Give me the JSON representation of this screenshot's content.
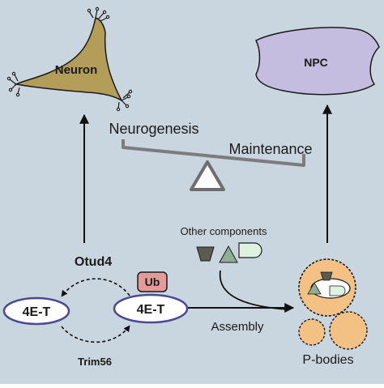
{
  "colors": {
    "background": "#c9d6df",
    "neuron_fill": "#b39d58",
    "npc_fill": "#c4bde0",
    "node_fill": "#ffffff",
    "node_stroke": "#4a4a94",
    "ub_fill": "#e59a9a",
    "pbody_fill": "#f2c183",
    "seesaw_beam": "#7d7a80",
    "text": "#1a1a1a"
  },
  "labels": {
    "neuron": "Neuron",
    "npc": "NPC",
    "neurogenesis": "Neurogenesis",
    "maintenance": "Maintenance",
    "other_components": "Other components",
    "otud4": "Otud4",
    "trim56": "Trim56",
    "ub": "Ub",
    "node_left": "4E-T",
    "node_right": "4E-T",
    "assembly": "Assembly",
    "pbodies": "P-bodies"
  },
  "icons": {
    "fulcrum": "triangle-icon",
    "component_shapes": [
      "trapezoid-icon",
      "triangle-icon",
      "pill-icon"
    ]
  }
}
